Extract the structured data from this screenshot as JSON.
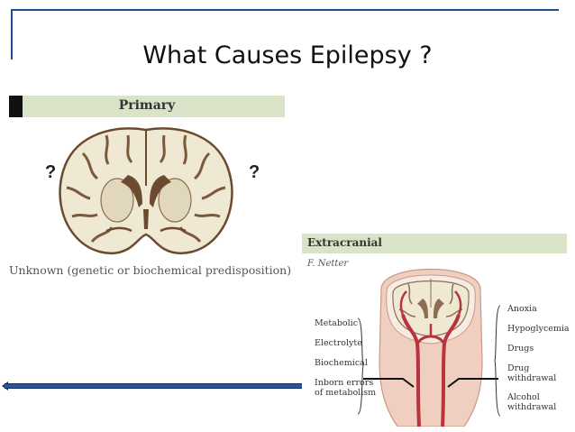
{
  "slide": {
    "title": "What Causes Epilepsy ?"
  },
  "primary": {
    "header": "Primary",
    "question_mark": "?",
    "caption": "Unknown (genetic or biochemical predisposition)"
  },
  "extracranial": {
    "header": "Extracranial",
    "signature": "F. Netter",
    "left_causes": [
      "Metabolic",
      "Electrolyte",
      "Biochemical",
      "Inborn errors\nof metabolism"
    ],
    "right_causes": [
      "Anoxia",
      "Hypoglycemia",
      "Drugs",
      "Drug\nwithdrawal",
      "Alcohol\nwithdrawal"
    ]
  },
  "colors": {
    "frame": "#1f4e8c",
    "header_band": "#d9e3c8",
    "brain_tissue": "#efe8d2",
    "brain_outline": "#6b4a2f",
    "vessel": "#b8333b",
    "skin": "#f1cfc0"
  }
}
